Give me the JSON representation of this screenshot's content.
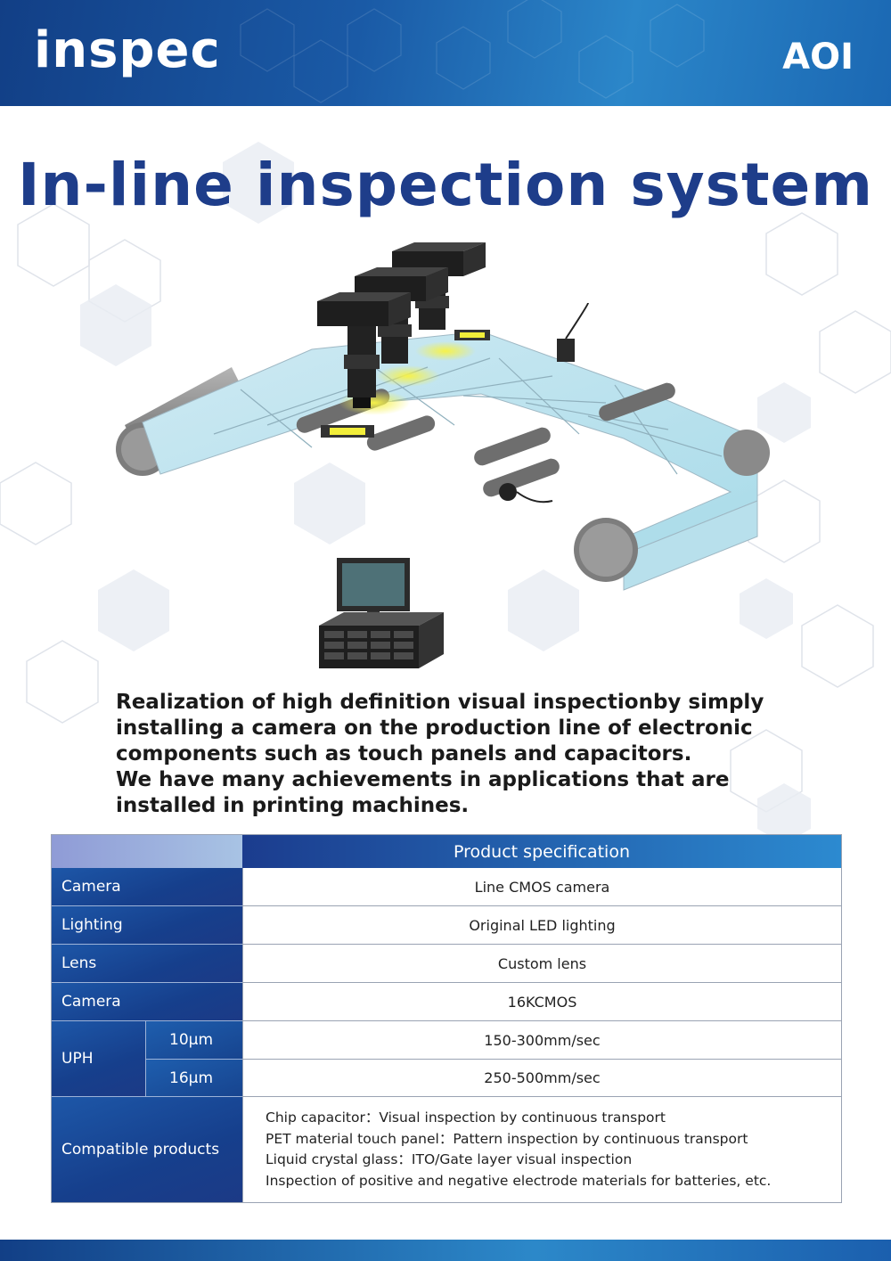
{
  "header": {
    "logo": "inspec",
    "category": "AOI"
  },
  "title": "In-line inspection system",
  "description": [
    "Realization of high definition visual inspectionby simply",
    "installing a camera on the production line of electronic",
    "components such as touch panels and capacitors.",
    "We have many achievements in applications that are",
    "installed in printing machines."
  ],
  "spec": {
    "heading": "Product specification",
    "rows": [
      {
        "label": "Camera",
        "value": "Line CMOS camera"
      },
      {
        "label": "Lighting",
        "value": "Original LED lighting"
      },
      {
        "label": "Lens",
        "value": "Custom lens"
      },
      {
        "label": "Camera",
        "value": "16KCMOS"
      }
    ],
    "uph": {
      "label": "UPH",
      "rows": [
        {
          "sublabel": "10µm",
          "value": "150-300mm/sec"
        },
        {
          "sublabel": "16µm",
          "value": "250-500mm/sec"
        }
      ]
    },
    "compatible": {
      "label": "Compatible products",
      "items": [
        "Chip capacitor：Visual inspection by continuous transport",
        "PET material touch panel：Pattern inspection by continuous transport",
        "Liquid crystal glass：ITO/Gate layer visual inspection",
        "Inspection of positive and negative electrode materials for batteries, etc."
      ]
    }
  },
  "colors": {
    "brand_dark": "#123f86",
    "brand_light": "#2c88c9",
    "title": "#1e3d8a",
    "led": "#f2ee3a"
  },
  "icons": [
    "line-camera-icon",
    "conveyor-roller-icon",
    "monitor-icon",
    "control-unit-icon",
    "sensor-icon"
  ]
}
